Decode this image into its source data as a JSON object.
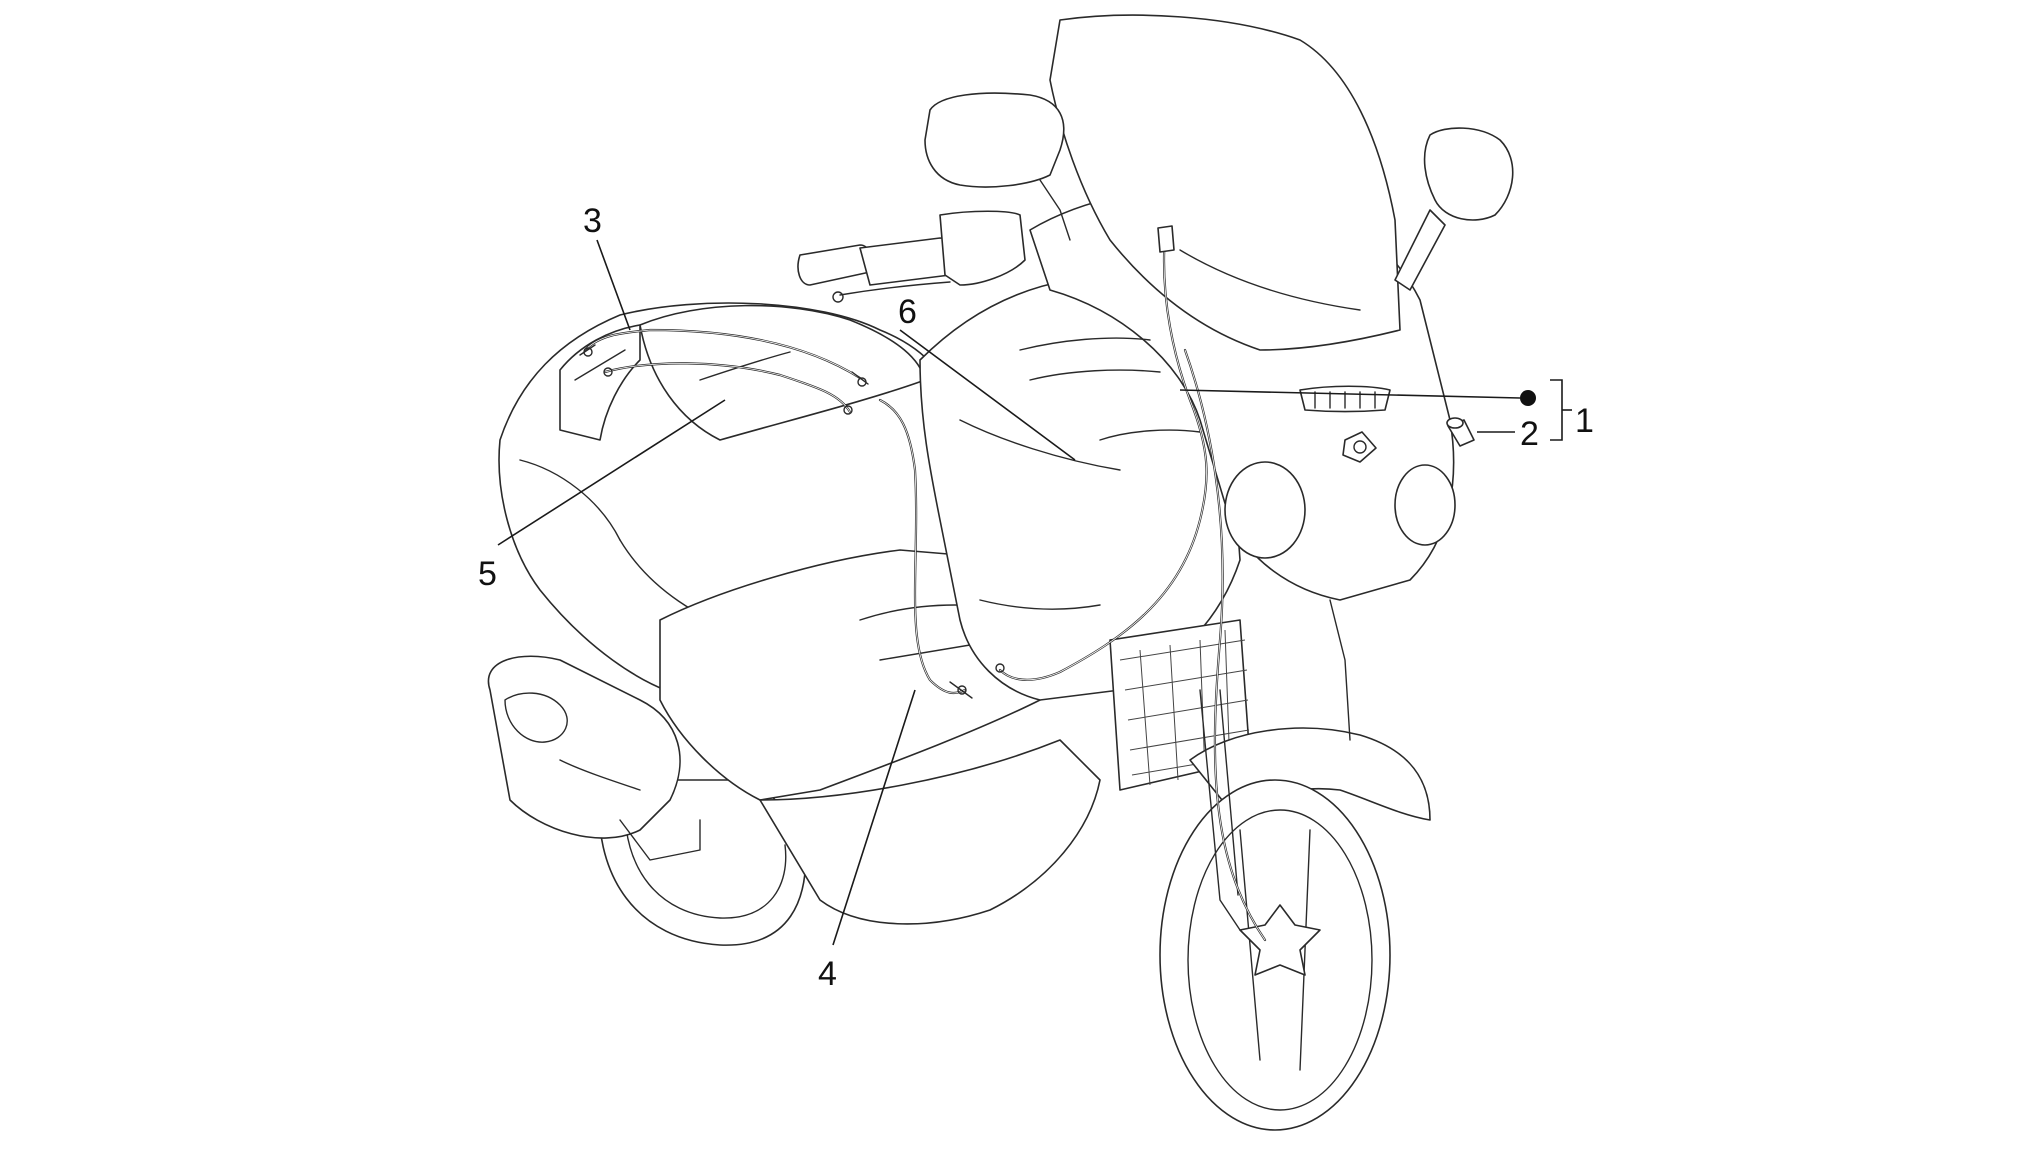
{
  "diagram": {
    "subject": "scooter-cable-layout",
    "callouts": [
      {
        "id": "1",
        "label": "1"
      },
      {
        "id": "2",
        "label": "2"
      },
      {
        "id": "3",
        "label": "3"
      },
      {
        "id": "4",
        "label": "4"
      },
      {
        "id": "5",
        "label": "5"
      },
      {
        "id": "6",
        "label": "6"
      }
    ],
    "colors": {
      "line": "#2a2a2a",
      "background": "#ffffff"
    }
  }
}
